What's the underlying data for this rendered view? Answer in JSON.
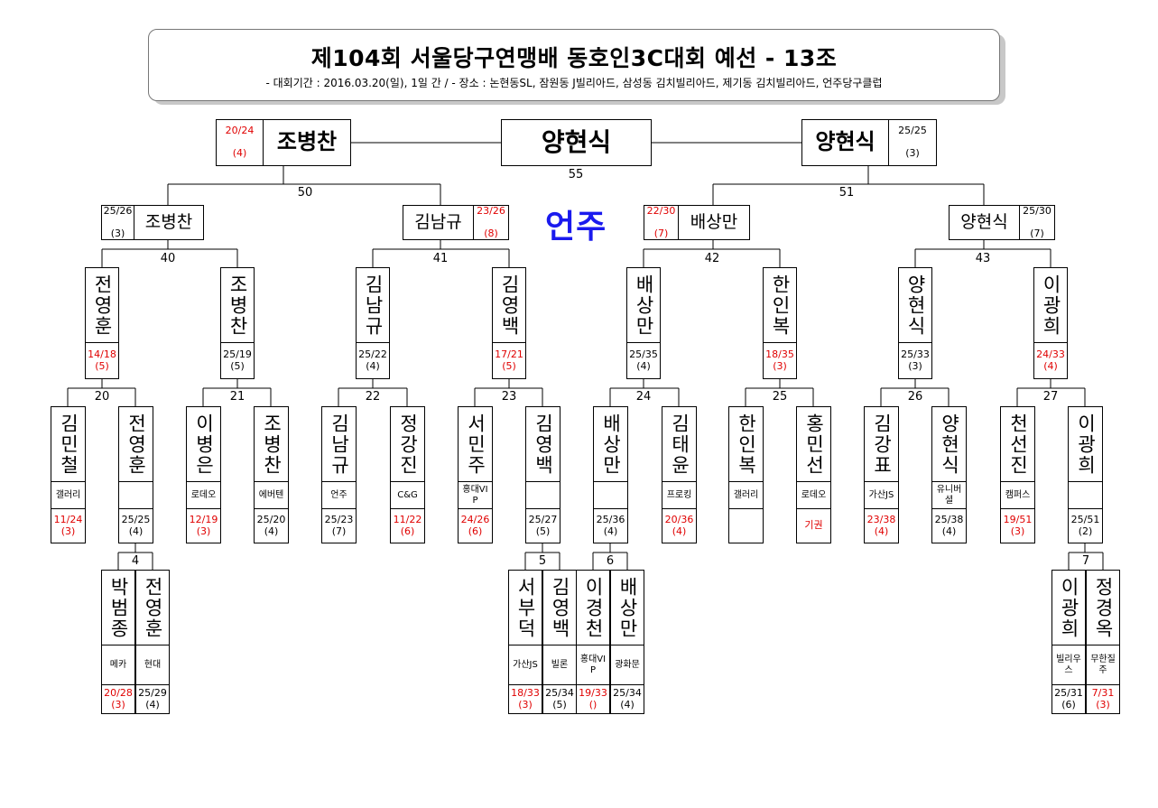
{
  "header": {
    "title": "제104회 서울당구연맹배 동호인3C대회 예선 - 13조",
    "subtitle": "- 대회기간 : 2016.03.20(일), 1일 간 / - 장소 : 논현동SL, 잠원동 J빌리아드, 삼성동 김치빌리아드, 제기동 김치빌리아드, 언주당구클럽"
  },
  "venue": "언주",
  "final": {
    "winner": "양현식",
    "match_no": "55"
  },
  "semis": [
    {
      "name": "조병찬",
      "score": "20/24",
      "inn": "(4)",
      "red": true
    },
    {
      "name": "양현식",
      "score": "25/25",
      "inn": "(3)",
      "red": false
    }
  ],
  "quarters": [
    {
      "name": "조병찬",
      "score": "25/26",
      "inn": "(3)",
      "red": false
    },
    {
      "name": "김남규",
      "score": "23/26",
      "inn": "(8)",
      "red": true
    },
    {
      "name": "배상만",
      "score": "22/30",
      "inn": "(7)",
      "red": true
    },
    {
      "name": "양현식",
      "score": "25/30",
      "inn": "(7)",
      "red": false
    }
  ],
  "round_r2": [
    {
      "name": "전영훈",
      "score": "14/18",
      "inn": "(5)",
      "red": true
    },
    {
      "name": "조병찬",
      "score": "25/19",
      "inn": "(5)",
      "red": false
    },
    {
      "name": "김남규",
      "score": "25/22",
      "inn": "(4)",
      "red": false
    },
    {
      "name": "김영백",
      "score": "17/21",
      "inn": "(5)",
      "red": true
    },
    {
      "name": "배상만",
      "score": "25/35",
      "inn": "(4)",
      "red": false
    },
    {
      "name": "한인복",
      "score": "18/35",
      "inn": "(3)",
      "red": true
    },
    {
      "name": "양현식",
      "score": "25/33",
      "inn": "(3)",
      "red": false
    },
    {
      "name": "이광희",
      "score": "24/33",
      "inn": "(4)",
      "red": true
    }
  ],
  "round_r1": [
    {
      "name": "김민철",
      "club": "갤러리",
      "score": "11/24",
      "inn": "(3)",
      "red": true
    },
    {
      "name": "전영훈",
      "club": "",
      "score": "25/25",
      "inn": "(4)",
      "red": false
    },
    {
      "name": "이병은",
      "club": "로데오",
      "score": "12/19",
      "inn": "(3)",
      "red": true
    },
    {
      "name": "조병찬",
      "club": "에버텐",
      "score": "25/20",
      "inn": "(4)",
      "red": false
    },
    {
      "name": "김남규",
      "club": "언주",
      "score": "25/23",
      "inn": "(7)",
      "red": false
    },
    {
      "name": "정강진",
      "club": "C&G",
      "score": "11/22",
      "inn": "(6)",
      "red": true
    },
    {
      "name": "서민주",
      "club": "홍대VIP",
      "score": "24/26",
      "inn": "(6)",
      "red": true
    },
    {
      "name": "김영백",
      "club": "",
      "score": "25/27",
      "inn": "(5)",
      "red": false
    },
    {
      "name": "배상만",
      "club": "",
      "score": "25/36",
      "inn": "(4)",
      "red": false
    },
    {
      "name": "김태윤",
      "club": "프로킹",
      "score": "20/36",
      "inn": "(4)",
      "red": true
    },
    {
      "name": "한인복",
      "club": "갤러리",
      "score": "",
      "inn": "",
      "red": false
    },
    {
      "name": "홍민선",
      "club": "로데오",
      "score": "기권",
      "inn": "",
      "red": true
    },
    {
      "name": "김강표",
      "club": "가산JS",
      "score": "23/38",
      "inn": "(4)",
      "red": true
    },
    {
      "name": "양현식",
      "club": "유니버셜",
      "score": "25/38",
      "inn": "(4)",
      "red": false
    },
    {
      "name": "천선진",
      "club": "캠퍼스",
      "score": "19/51",
      "inn": "(3)",
      "red": true
    },
    {
      "name": "이광희",
      "club": "",
      "score": "25/51",
      "inn": "(2)",
      "red": false
    }
  ],
  "round_r0": [
    {
      "name": "박범종",
      "club": "메카",
      "score": "20/28",
      "inn": "(3)",
      "red": true
    },
    {
      "name": "전영훈",
      "club": "현대",
      "score": "25/29",
      "inn": "(4)",
      "red": false
    },
    {
      "name": "서부덕",
      "club": "가산JS",
      "score": "18/33",
      "inn": "(3)",
      "red": true
    },
    {
      "name": "김영백",
      "club": "빌론",
      "score": "25/34",
      "inn": "(5)",
      "red": false
    },
    {
      "name": "이경천",
      "club": "홍대VIP",
      "score": "19/33",
      "inn": "()",
      "red": true
    },
    {
      "name": "배상만",
      "club": "광화문",
      "score": "25/34",
      "inn": "(4)",
      "red": false
    },
    {
      "name": "이광희",
      "club": "빌리우스",
      "score": "25/31",
      "inn": "(6)",
      "red": false
    },
    {
      "name": "정경옥",
      "club": "무한질주",
      "score": "7/31",
      "inn": "(3)",
      "red": true
    }
  ],
  "match_numbers": {
    "m4": "4",
    "m5": "5",
    "m6": "6",
    "m7": "7",
    "m20": "20",
    "m21": "21",
    "m22": "22",
    "m23": "23",
    "m24": "24",
    "m25": "25",
    "m26": "26",
    "m27": "27",
    "m40": "40",
    "m41": "41",
    "m42": "42",
    "m43": "43",
    "m50": "50",
    "m51": "51",
    "m55": "55"
  }
}
